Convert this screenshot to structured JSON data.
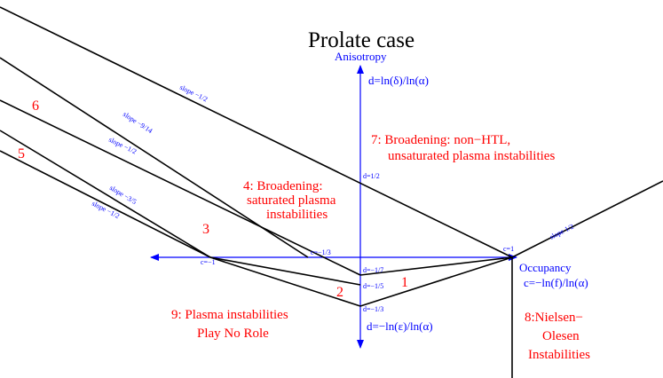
{
  "title": "Prolate case",
  "axes": {
    "vertical_top_label": "Anisotropy",
    "vertical_top_formula": "d=ln(δ)/ln(α)",
    "vertical_bottom_formula": "d=−ln(ε)/ln(α)",
    "horizontal_label": "Occupancy",
    "horizontal_formula": "c=−ln(f)/ln(α)",
    "colors": {
      "axis": "#0000ff",
      "lines": "#000000",
      "regions": "#ff0000"
    }
  },
  "point_labels": {
    "d_half": "d=1/2",
    "d_neg_1_7": "d=−1/7",
    "d_neg_1_5": "d=−1/5",
    "d_neg_1_3": "d=−1/3",
    "c_one": "c=1",
    "c_neg_one": "c=−1",
    "c_neg_1_3": "c=−1/3"
  },
  "slope_labels": {
    "top": "slope −1/2",
    "neg_9_14": "slope −9/14",
    "mid_neg_1_2": "slope −1/2",
    "neg_3_5": "slope −3/5",
    "low_neg_1_2": "slope −1/2",
    "pos_1_2": "slope 1/2"
  },
  "regions": {
    "r1": "1",
    "r2": "2",
    "r3": "3",
    "r5": "5",
    "r6": "6",
    "r4_line1": "4: Broadening:",
    "r4_line2": "saturated plasma",
    "r4_line3": "instabilities",
    "r7_line1": "7: Broadening:  non−HTL,",
    "r7_line2": "unsaturated plasma instabilities",
    "r8_line1": "8:Nielsen−",
    "r8_line2": "Olesen",
    "r8_line3": "Instabilities",
    "r9_line1": "9:  Plasma instabilities",
    "r9_line2": "Play No Role"
  }
}
